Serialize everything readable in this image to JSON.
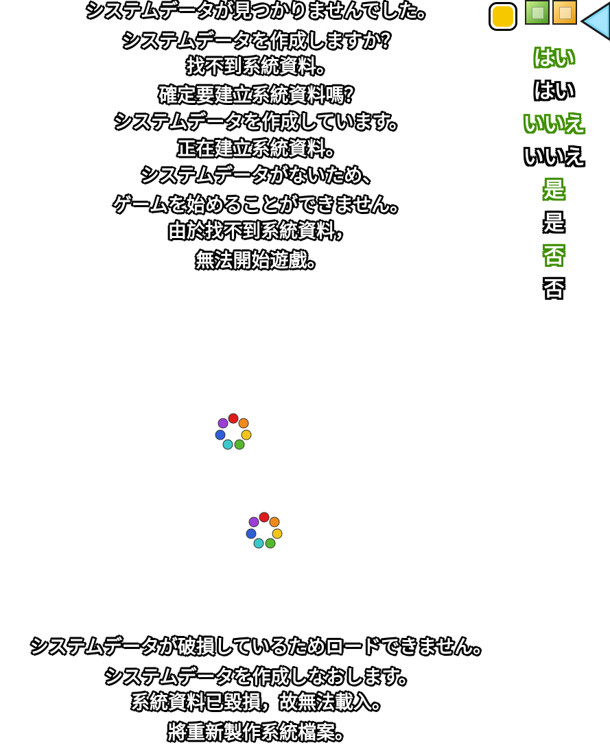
{
  "top_messages": [
    "システムデータが見つかりませんでした。",
    "システムデータを作成しますか？",
    "找不到系統資料。",
    "確定要建立系統資料嗎？",
    "システムデータを作成しています。",
    "正在建立系統資料。",
    "システムデータがないため、",
    "ゲームを始めることができません。",
    "由於找不到系統資料，",
    "無法開始遊戲。"
  ],
  "bottom_messages": [
    "システムデータが破損しているためロードできません。",
    "システムデータを作成しなおします。",
    "系統資料已毀損，故無法載入。",
    "將重新製作系統檔案。"
  ],
  "choices": [
    {
      "label": "はい",
      "style": "green"
    },
    {
      "label": "はい",
      "style": "black"
    },
    {
      "label": "いいえ",
      "style": "green"
    },
    {
      "label": "いいえ",
      "style": "black"
    },
    {
      "label": "是",
      "style": "green"
    },
    {
      "label": "是",
      "style": "black"
    },
    {
      "label": "否",
      "style": "green"
    },
    {
      "label": "否",
      "style": "black"
    }
  ],
  "icons": {
    "confirm_button": "yellow-rounded-button-icon",
    "green_button": "green-square-button-icon",
    "orange_button": "orange-square-button-icon",
    "back_button": "blue-triangle-back-icon",
    "loading_spinner": "puyo-ring-spinner-icon"
  },
  "colors": {
    "yellow": "#f6c800",
    "green_outline": "#3f8f00",
    "back_blue": "#7fd8ff",
    "puyo": [
      "#e01b1b",
      "#f08a1c",
      "#f3c51c",
      "#57b82f",
      "#3cc8c8",
      "#2f5fd6",
      "#9b3fd6"
    ]
  }
}
